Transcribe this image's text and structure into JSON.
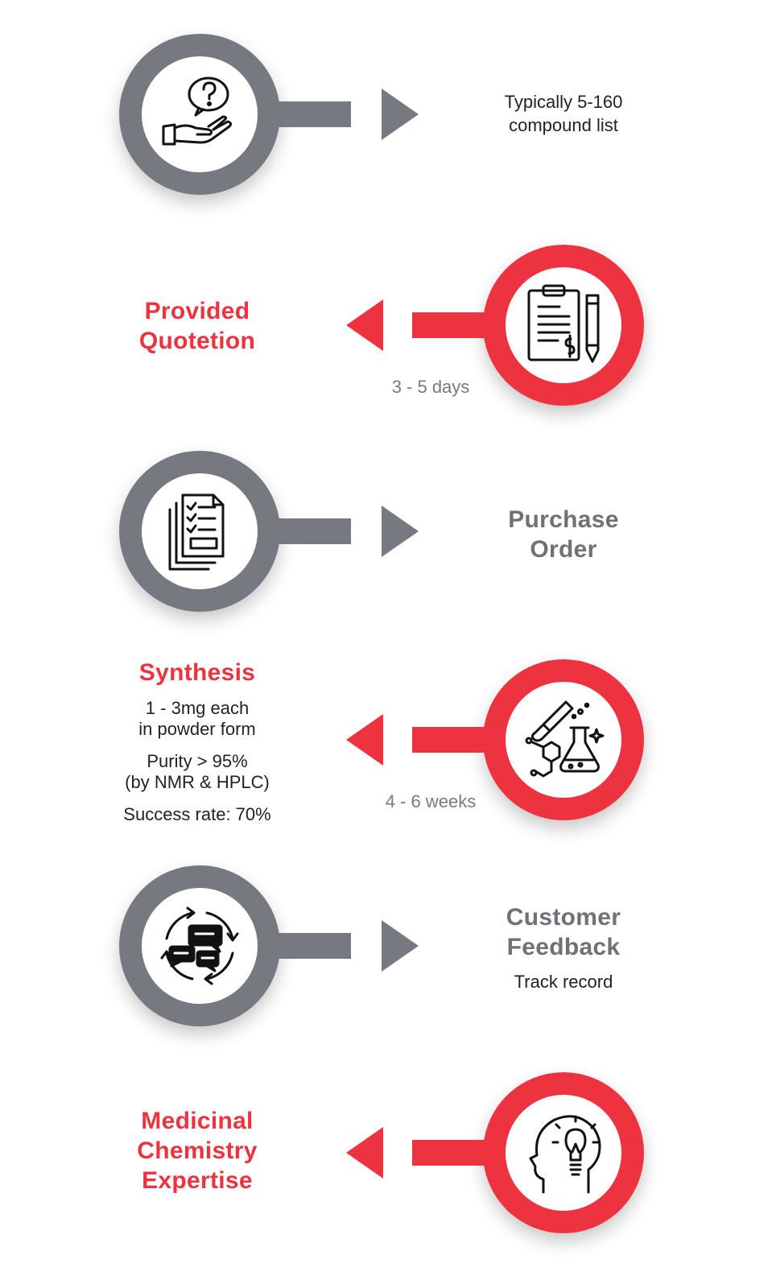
{
  "steps": [
    {
      "id": "inquiry",
      "icon": "hand-question-icon",
      "lines": [
        "Typically 5-160",
        "compound list"
      ]
    },
    {
      "id": "quotation",
      "icon": "clipboard-pencil-icon",
      "title_lines": [
        "Provided",
        "Quotetion"
      ],
      "duration": "3 - 5 days"
    },
    {
      "id": "purchase-order",
      "icon": "documents-checklist-icon",
      "title_lines": [
        "Purchase",
        "Order"
      ]
    },
    {
      "id": "synthesis",
      "icon": "chemistry-flask-icon",
      "title": "Synthesis",
      "lines": [
        "1 - 3mg each",
        "in powder form",
        "Purity > 95%",
        "(by NMR & HPLC)",
        "Success rate: 70%"
      ],
      "duration": "4 - 6 weeks"
    },
    {
      "id": "feedback",
      "icon": "chat-cycle-icon",
      "title_lines": [
        "Customer",
        "Feedback"
      ],
      "lines": [
        "Track record"
      ]
    },
    {
      "id": "expertise",
      "icon": "head-lightbulb-icon",
      "title_lines": [
        "Medicinal",
        "Chemistry",
        "Expertise"
      ]
    }
  ],
  "colors": {
    "gray": "#76797f",
    "red": "#ec333f",
    "title_gray": "#6f7177"
  }
}
